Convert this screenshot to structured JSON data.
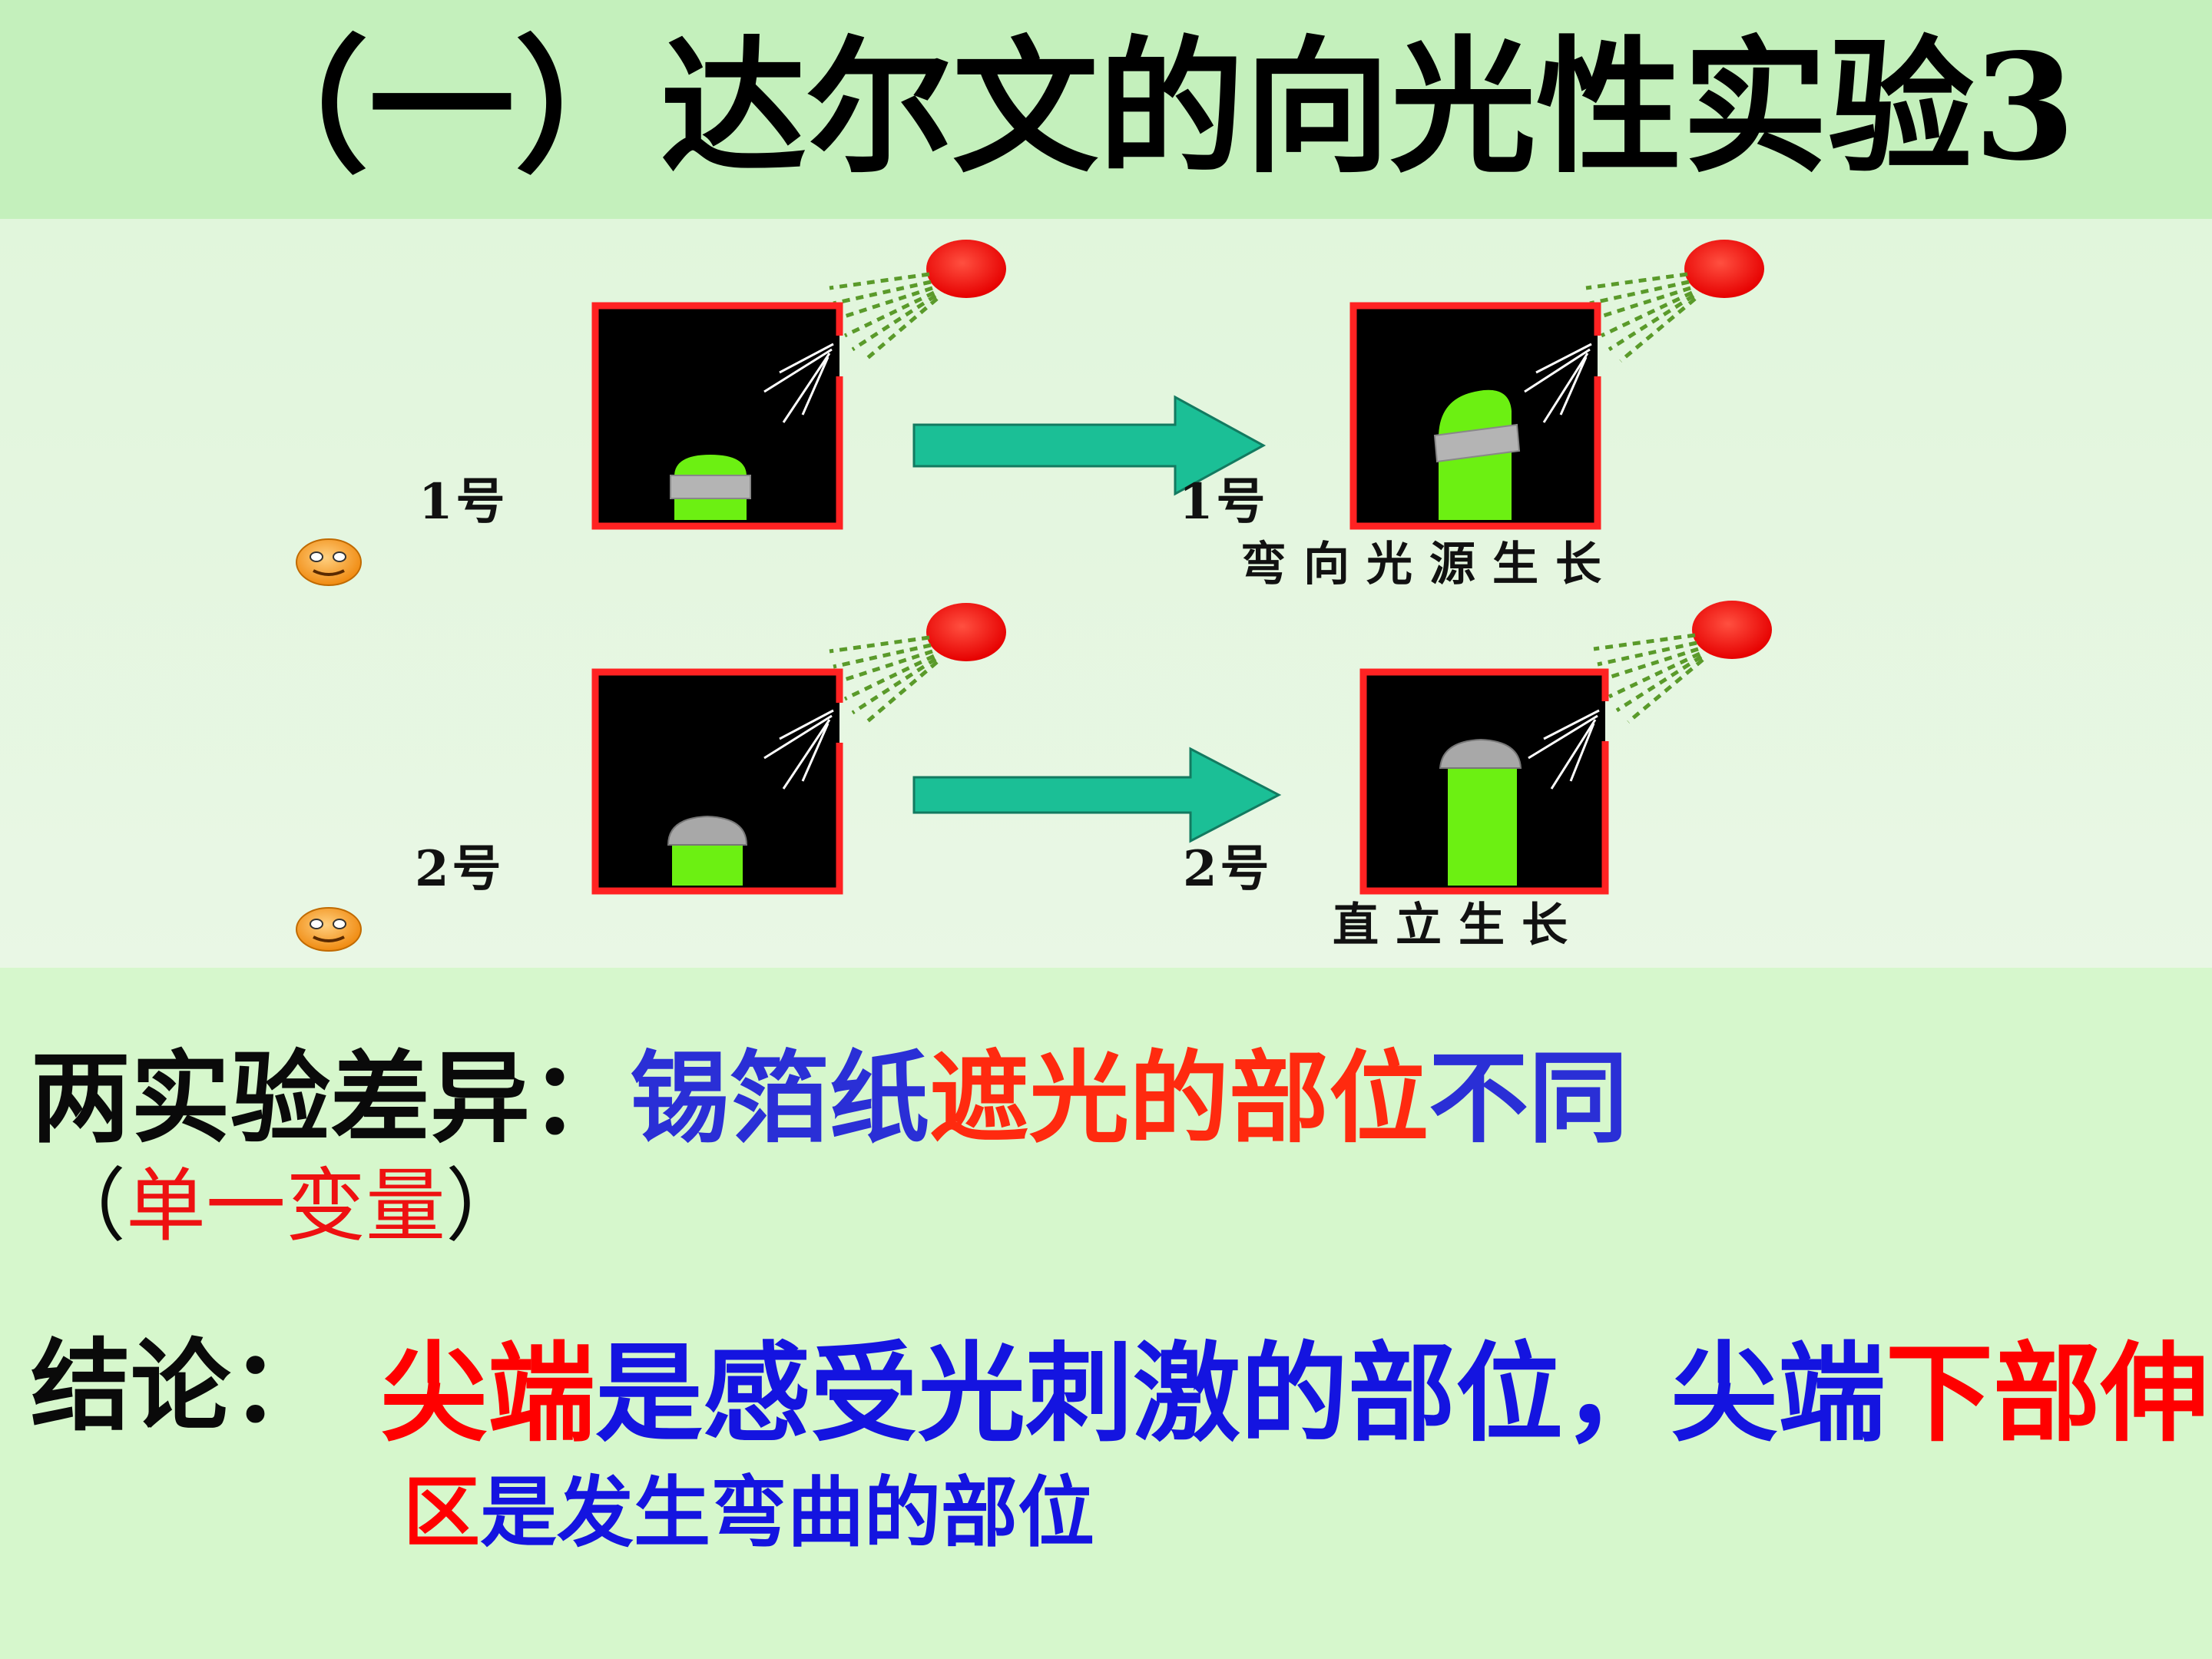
{
  "title": "（一）达尔文的向光性实验3",
  "figure": {
    "row1": {
      "left_label": "1号",
      "right_label": "1号",
      "result": "弯向光源生长"
    },
    "row2": {
      "left_label": "2号",
      "right_label": "2号",
      "result": "直立生长"
    },
    "colors": {
      "box_border": "#ff2222",
      "box_fill": "#000000",
      "plant": "#6cf012",
      "foil": "#b4b4b4",
      "light": "#ff1a1a",
      "arrow": "#1bbf96",
      "rays": "#5a9a2a"
    },
    "icons": [
      "smiley-icon",
      "smiley-icon"
    ]
  },
  "difference": {
    "label": "两实验差异：",
    "part1": "锡箔纸",
    "part2": "遮光的部位",
    "part3": "不同",
    "single_open": "（",
    "single_var": "单一变量",
    "single_close": "）"
  },
  "conclusion": {
    "label": "结论：",
    "p1": "尖端",
    "p2": "是感受光刺激的部位，尖端",
    "p3": "下部伸长",
    "p4": "区",
    "p5": "是发生弯曲的部位"
  }
}
